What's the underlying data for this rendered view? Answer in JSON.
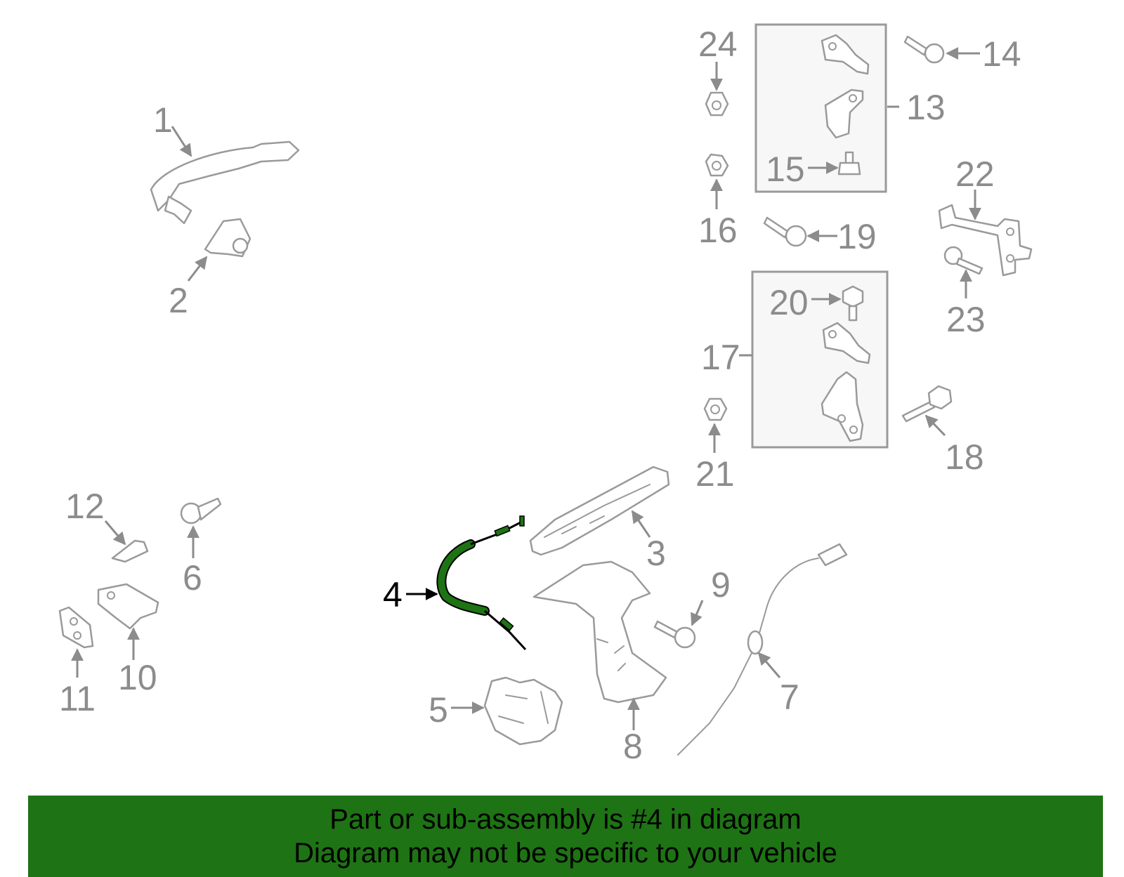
{
  "colors": {
    "banner_background": "#1e7314",
    "highlight_part": "#1e7314",
    "part_outline": "#9a9a9a",
    "label_gray": "#8c8c8c",
    "label_highlight": "#000000"
  },
  "labels": {
    "p1": "1",
    "p2": "2",
    "p3": "3",
    "p4": "4",
    "p5": "5",
    "p6": "6",
    "p7": "7",
    "p8": "8",
    "p9": "9",
    "p10": "10",
    "p11": "11",
    "p12": "12",
    "p13": "13",
    "p14": "14",
    "p15": "15",
    "p16": "16",
    "p17": "17",
    "p18": "18",
    "p19": "19",
    "p20": "20",
    "p21": "21",
    "p22": "22",
    "p23": "23",
    "p24": "24"
  },
  "highlighted_part": "4",
  "banner": {
    "line1": "Part or sub-assembly is #4 in diagram",
    "line2": "Diagram may not be specific to your vehicle"
  }
}
